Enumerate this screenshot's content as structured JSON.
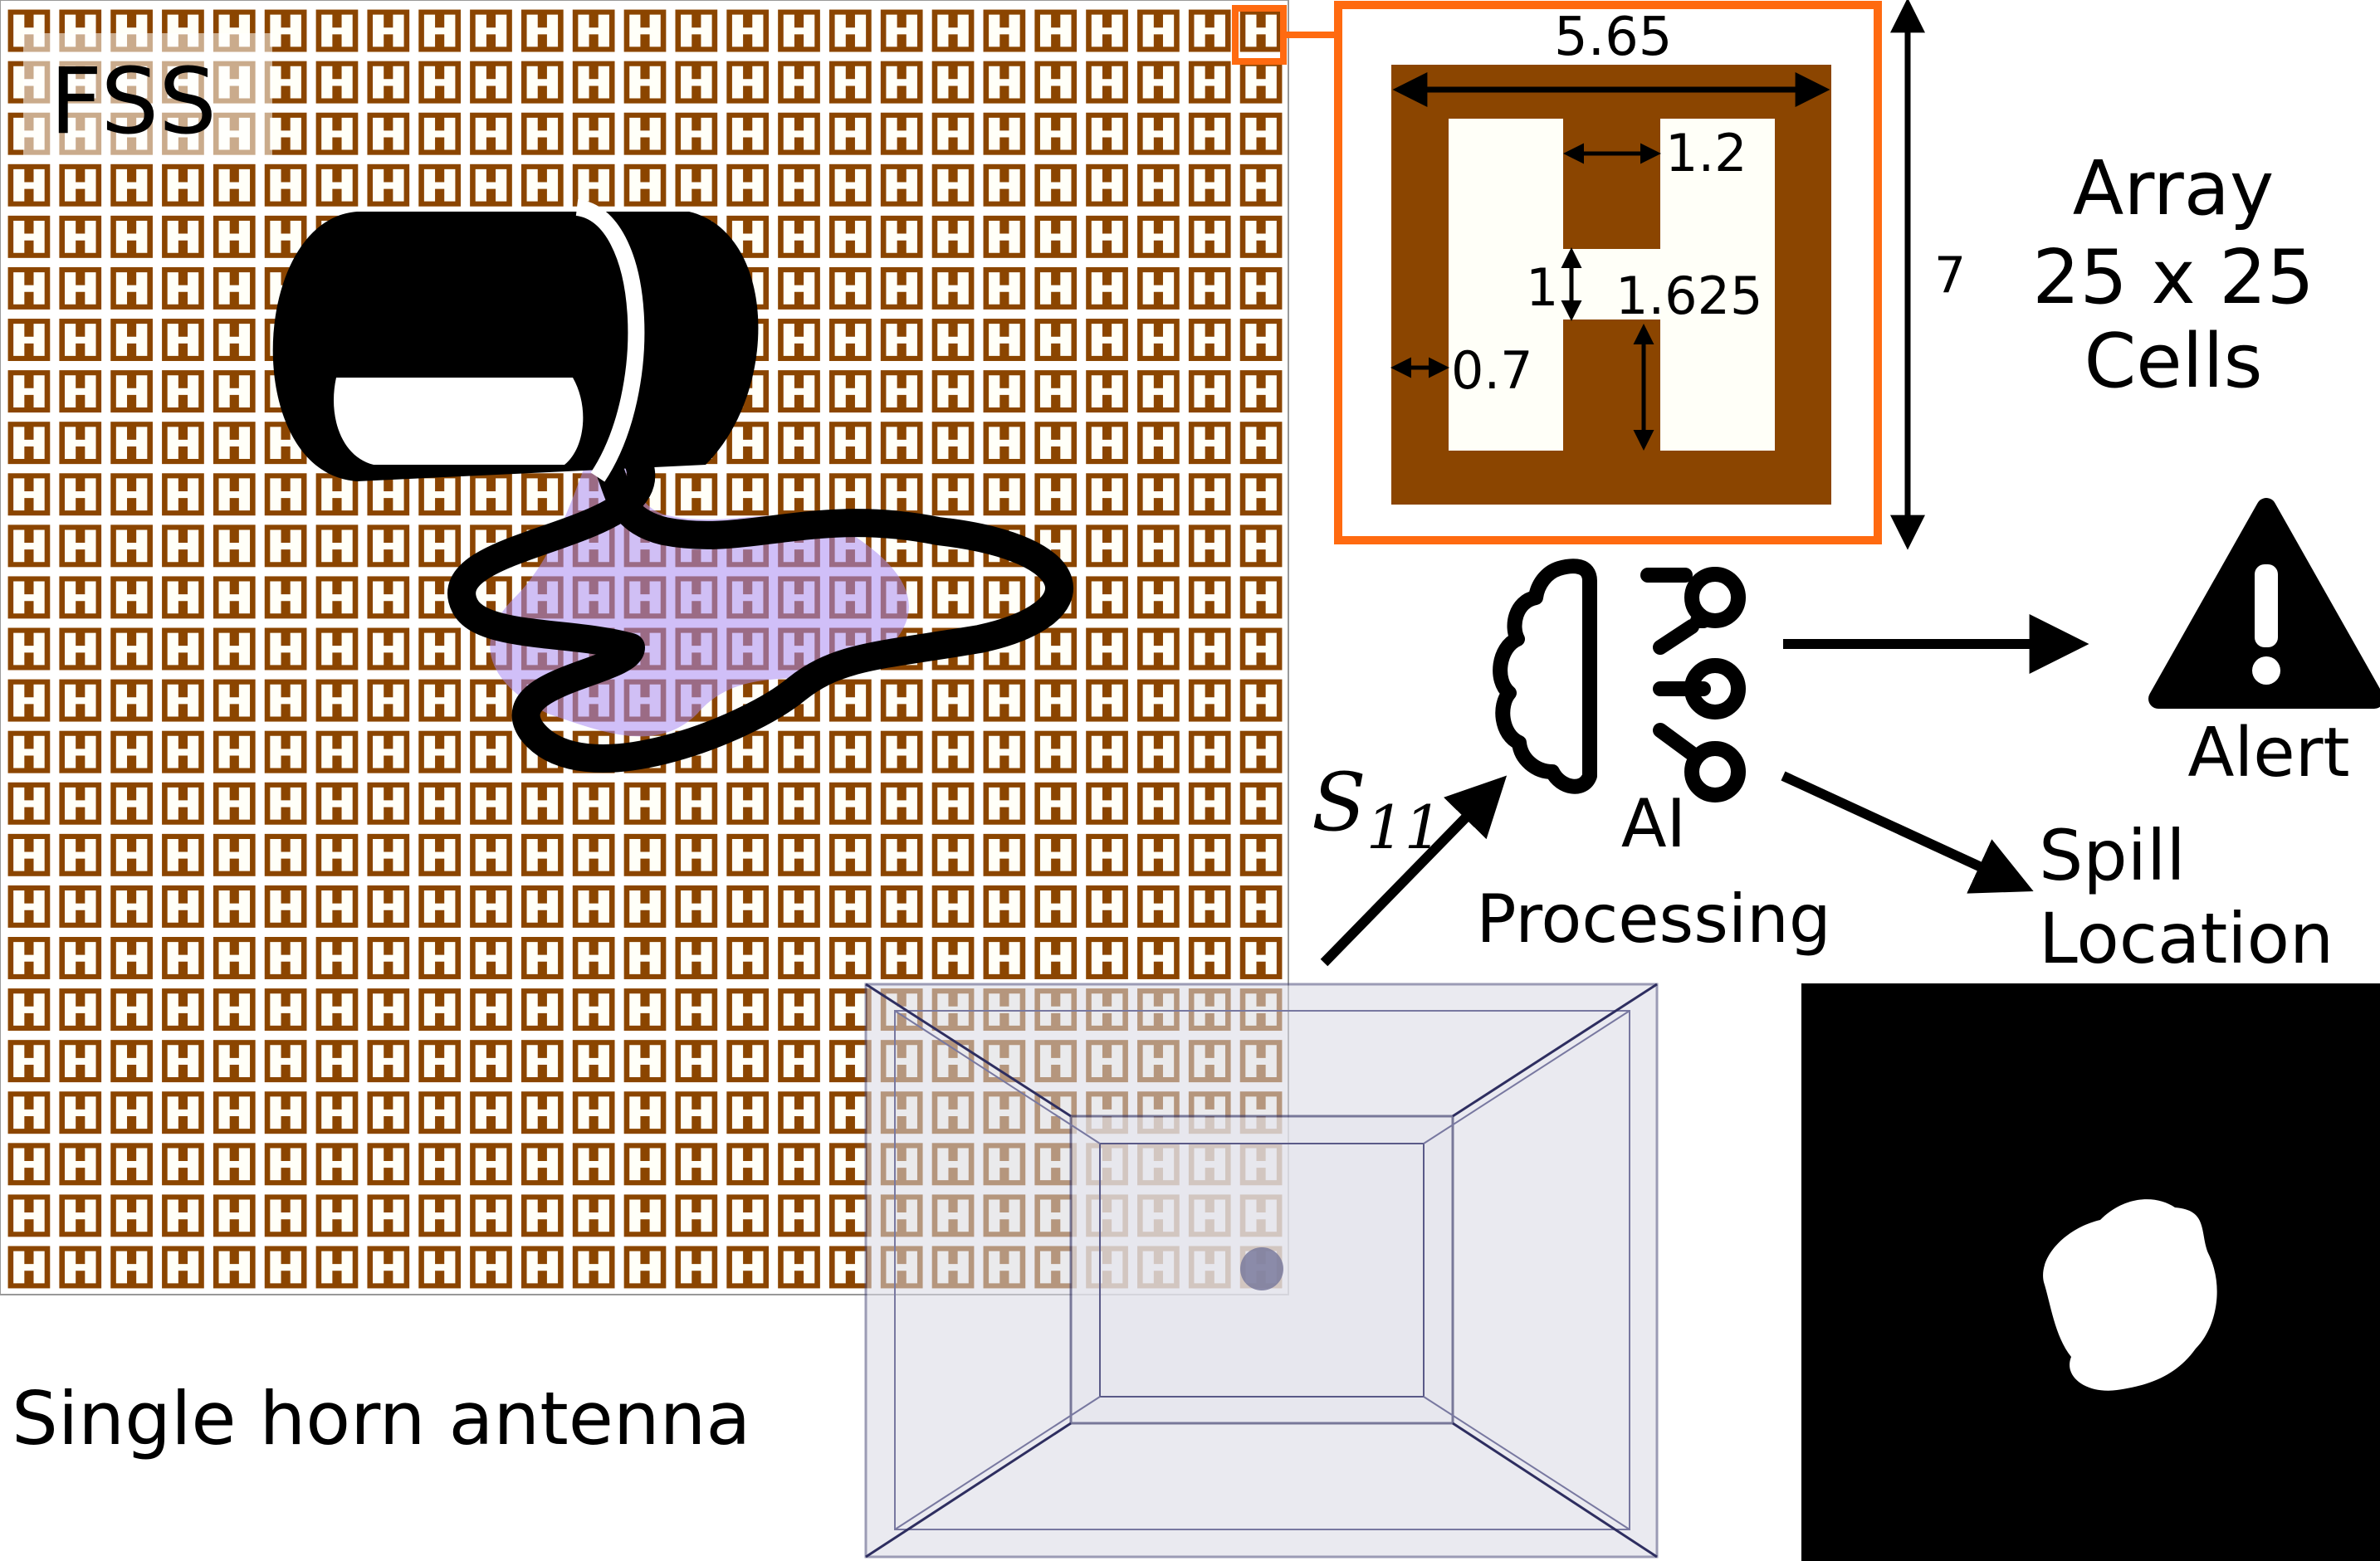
{
  "fss_label": "FSS",
  "unit_cell": {
    "width_label": "5.65",
    "height_label": "7",
    "slot_width_label": "1.2",
    "bar_height_label": "1",
    "gap_label": "1.625",
    "border_label": "0.7",
    "metal_color": "#8B4500",
    "slot_color": "#FFFFF8",
    "highlight_color": "#FF6A10"
  },
  "array": {
    "line1": "Array",
    "line2": "25 x 25",
    "line3": "Cells",
    "rows": 25,
    "cols": 25
  },
  "signal": {
    "symbol": "S",
    "subscript": "11"
  },
  "processing": {
    "line1": "AI",
    "line2": "Processing"
  },
  "outputs": {
    "alert_label": "Alert",
    "spill_line1": "Spill",
    "spill_line2": "Location"
  },
  "antenna_label": "Single horn antenna",
  "spill_color": "#A98BF2",
  "icons": [
    "paint-bucket-icon",
    "ai-brain-icon",
    "warning-icon",
    "horn-antenna-icon",
    "spill-mask-icon"
  ]
}
